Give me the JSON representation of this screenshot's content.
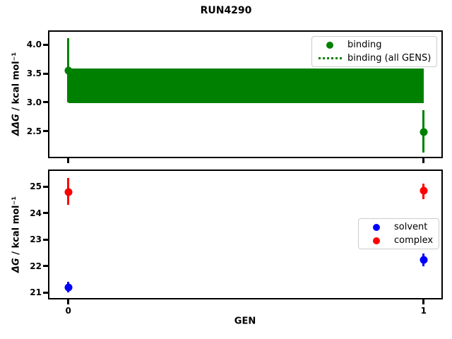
{
  "title": "RUN4290",
  "xlabel": "GEN",
  "chart_data": [
    {
      "type": "scatter",
      "name": "binding-panel",
      "ylabel_math": "ΔΔG",
      "ylabel_unit": " / kcal mol⁻¹",
      "xlim": [
        -0.053,
        1.05
      ],
      "ylim": [
        2.06,
        4.22
      ],
      "grid": false,
      "yticks": [
        {
          "v": 2.5,
          "label": "2.5"
        },
        {
          "v": 3.0,
          "label": "3.0"
        },
        {
          "v": 3.5,
          "label": "3.5"
        },
        {
          "v": 4.0,
          "label": "4.0"
        }
      ],
      "xticks": [
        {
          "v": 0
        },
        {
          "v": 1
        }
      ],
      "band": {
        "label": "binding (all GENS)",
        "color": "#008000",
        "x0": 0,
        "x1": 1,
        "y_low": 2.99,
        "y_high": 3.58
      },
      "series": [
        {
          "name": "binding",
          "color": "#008000",
          "x": [
            0,
            1
          ],
          "y": [
            3.55,
            2.49
          ],
          "yerr_low": [
            3.0,
            2.13
          ],
          "yerr_high": [
            4.11,
            2.87
          ]
        }
      ],
      "legend": [
        {
          "label": "binding",
          "color": "#008000",
          "handle": "dot"
        },
        {
          "label": "binding (all GENS)",
          "color": "#008000",
          "handle": "dotted-line"
        }
      ],
      "legend_position": "upper right"
    },
    {
      "type": "scatter",
      "name": "dG-panel",
      "ylabel_math": "ΔG",
      "ylabel_unit": " / kcal mol⁻¹",
      "xlim": [
        -0.053,
        1.05
      ],
      "ylim": [
        20.79,
        25.59
      ],
      "grid": false,
      "yticks": [
        {
          "v": 21,
          "label": "21"
        },
        {
          "v": 22,
          "label": "22"
        },
        {
          "v": 23,
          "label": "23"
        },
        {
          "v": 24,
          "label": "24"
        },
        {
          "v": 25,
          "label": "25"
        }
      ],
      "xticks": [
        {
          "v": 0,
          "label": "0"
        },
        {
          "v": 1,
          "label": "1"
        }
      ],
      "series": [
        {
          "name": "solvent",
          "color": "#0000ff",
          "x": [
            0,
            1
          ],
          "y": [
            21.2,
            22.23
          ],
          "yerr_low": [
            21.0,
            21.98
          ],
          "yerr_high": [
            21.4,
            22.47
          ]
        },
        {
          "name": "complex",
          "color": "#ff0000",
          "x": [
            0,
            1
          ],
          "y": [
            24.8,
            24.84
          ],
          "yerr_low": [
            24.31,
            24.53
          ],
          "yerr_high": [
            25.33,
            25.11
          ]
        }
      ],
      "legend": [
        {
          "label": "solvent",
          "color": "#0000ff",
          "handle": "dot"
        },
        {
          "label": "complex",
          "color": "#ff0000",
          "handle": "dot"
        }
      ],
      "legend_position": "center right"
    }
  ]
}
